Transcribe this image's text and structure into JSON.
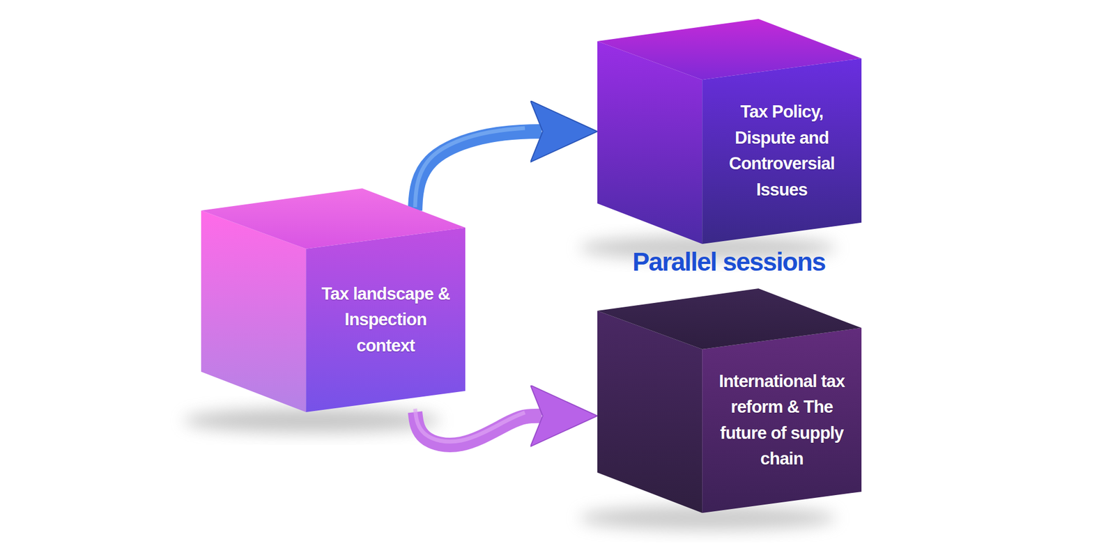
{
  "diagram": {
    "nodes": [
      {
        "text": [
          "Tax landscape & Inspection context"
        ]
      },
      {
        "text": [
          "Tax Policy, Dispute and Controversial Issues"
        ]
      },
      {
        "text": [
          "International tax reform & The future of supply chain"
        ]
      }
    ],
    "edges": [
      {
        "from": 0,
        "to": 1,
        "arrow": "to"
      },
      {
        "from": 0,
        "to": 2,
        "arrow": "to"
      }
    ],
    "labels": [
      "Parallel sessions"
    ]
  }
}
